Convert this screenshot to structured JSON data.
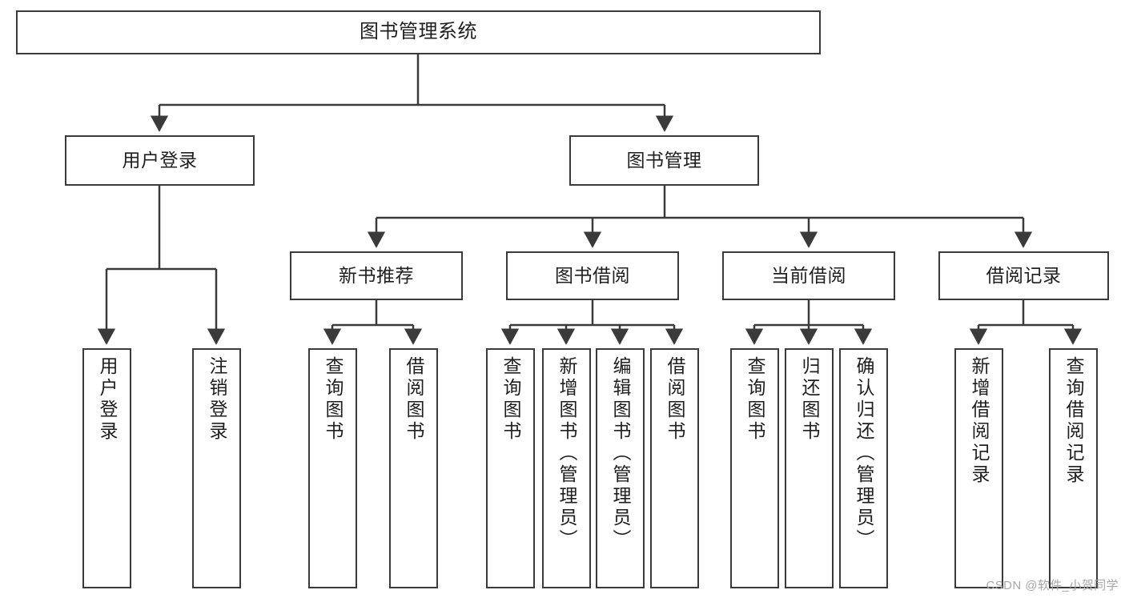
{
  "diagram": {
    "title": "图书管理系统",
    "type": "功能结构图",
    "colors": {
      "box_border": "#3a3a3a",
      "box_fill": "#ffffff",
      "connector": "#3a3a3a",
      "text": "#1f1f1f",
      "watermark": "#a8a8a8",
      "background": "#ffffff"
    },
    "root": {
      "label": "图书管理系统"
    },
    "level2": [
      {
        "label": "用户登录"
      },
      {
        "label": "图书管理"
      }
    ],
    "level3": [
      {
        "label": "新书推荐"
      },
      {
        "label": "图书借阅"
      },
      {
        "label": "当前借阅"
      },
      {
        "label": "借阅记录"
      }
    ],
    "leaves": {
      "user_login": [
        {
          "label": "用户登录"
        },
        {
          "label": "注销登录"
        }
      ],
      "new_book": [
        {
          "label": "查询图书"
        },
        {
          "label": "借阅图书"
        }
      ],
      "book_borrow": [
        {
          "label": "查询图书"
        },
        {
          "label": "新增图书（管理员）"
        },
        {
          "label": "编辑图书（管理员）"
        },
        {
          "label": "借阅图书"
        }
      ],
      "current_borrow": [
        {
          "label": "查询图书"
        },
        {
          "label": "归还图书"
        },
        {
          "label": "确认归还（管理员）"
        }
      ],
      "borrow_record": [
        {
          "label": "新增借阅记录"
        },
        {
          "label": "查询借阅记录"
        }
      ]
    }
  },
  "watermark": {
    "text": "CSDN @软件_小贺同学"
  }
}
